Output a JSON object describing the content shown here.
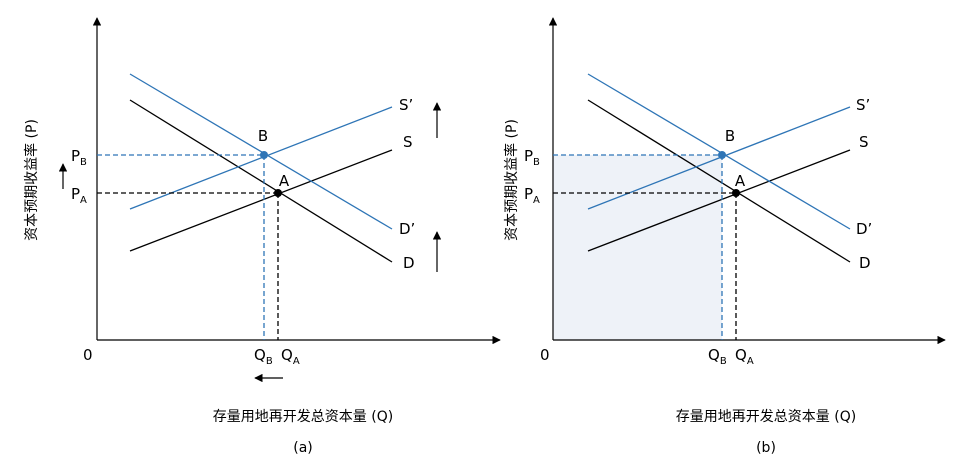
{
  "panels": [
    {
      "id": "a",
      "caption": "(a)",
      "xlabel": "存量用地再开发总资本量 (Q)",
      "ylabel": "资本预期收益率 (P)",
      "origin": "0",
      "labels": {
        "S_prime": "S’",
        "S": "S",
        "D_prime": "D’",
        "D": "D",
        "B": "B",
        "A": "A",
        "P": "P",
        "PB_sub": "B",
        "PA_sub": "A",
        "Q": "Q",
        "QB_sub": "B",
        "QA_sub": "A"
      },
      "arrows": [
        "up-arrow-supply",
        "up-arrow-demand",
        "left-arrow-quantity",
        "up-arrow-price"
      ]
    },
    {
      "id": "b",
      "caption": "(b)",
      "xlabel": "存量用地再开发总资本量 (Q)",
      "ylabel": "资本预期收益率 (P)",
      "origin": "0",
      "labels": {
        "S_prime": "S’",
        "S": "S",
        "D_prime": "D’",
        "D": "D",
        "B": "B",
        "A": "A",
        "P": "P",
        "PB_sub": "B",
        "PA_sub": "A",
        "Q": "Q",
        "QB_sub": "B",
        "QA_sub": "A"
      },
      "arrows": []
    }
  ],
  "colors": {
    "black": "#000000",
    "blue": "#2e75b6",
    "shade": "#eef2f8"
  }
}
